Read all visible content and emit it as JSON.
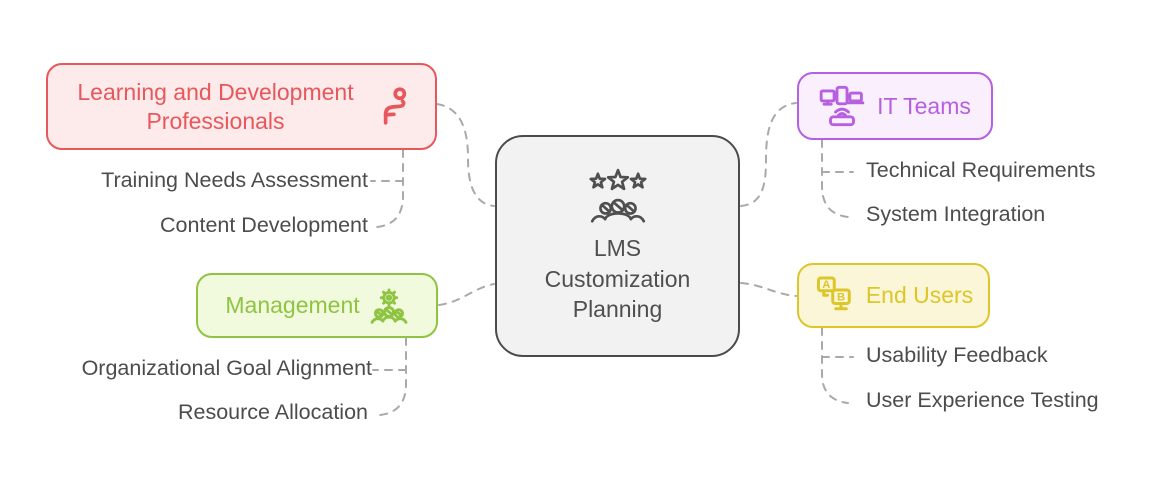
{
  "diagram": {
    "type": "mindmap",
    "center": {
      "label": "LMS Customization Planning",
      "icon": "team-stars-icon"
    },
    "branches": [
      {
        "label": "Learning and Development Professionals",
        "icon": "gymnastics-person-icon",
        "color": "red",
        "items": [
          "Training Needs Assessment",
          "Content Development"
        ]
      },
      {
        "label": "Management",
        "icon": "team-gear-icon",
        "color": "green",
        "items": [
          "Organizational Goal Alignment",
          "Resource Allocation"
        ]
      },
      {
        "label": "IT Teams",
        "icon": "devices-network-icon",
        "color": "purple",
        "items": [
          "Technical Requirements",
          "System Integration"
        ]
      },
      {
        "label": "End Users",
        "icon": "ab-testing-monitors-icon",
        "color": "yellow",
        "items": [
          "Usability Feedback",
          "User Experience Testing"
        ]
      }
    ]
  },
  "palette": {
    "connector": "#a9a9a9",
    "item_text": "#4c4c4c",
    "center_border": "#4b4b4b",
    "center_bg": "#f2f2f2",
    "center_text": "#4f4f4f",
    "red_main": "#e8575b",
    "red_bg": "#fdeaea",
    "green_main": "#8fc442",
    "green_bg": "#f2fade",
    "purple_main": "#b65fe0",
    "purple_bg": "#faf0fd",
    "yellow_main": "#ddc62a",
    "yellow_bg": "#fbf6d8"
  }
}
